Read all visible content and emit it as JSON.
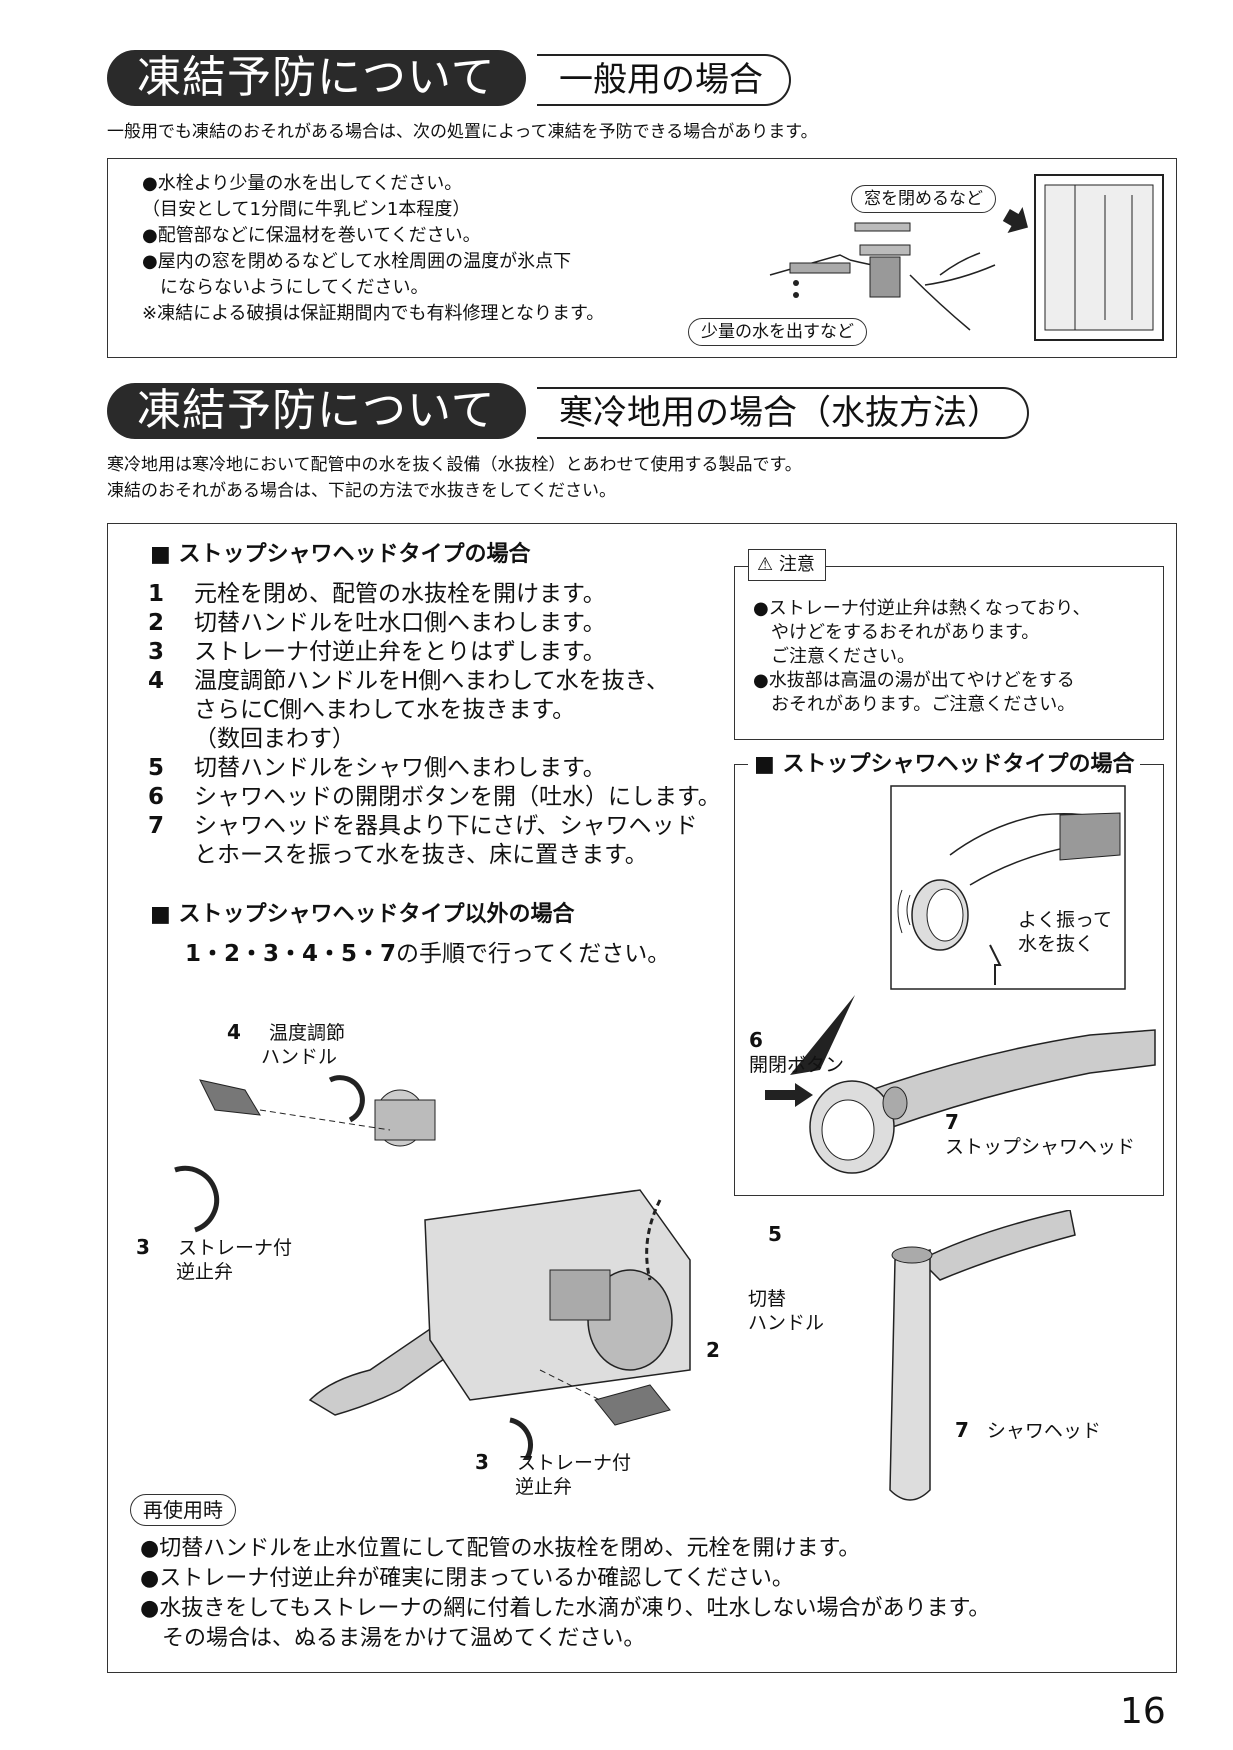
{
  "section1": {
    "title": "凍結予防について",
    "subtitle": "一般用の場合",
    "intro": "一般用でも凍結のおそれがある場合は、次の処置によって凍結を予防できる場合があります。",
    "box_lines": [
      "●水栓より少量の水を出してください。",
      "（目安として1分間に牛乳ビン1本程度）",
      "●配管部などに保温材を巻いてください。",
      "●屋内の窓を閉めるなどして水栓周囲の温度が氷点下",
      "　にならないようにしてください。",
      "※凍結による破損は保証期間内でも有料修理となります。"
    ],
    "tag_window": "窓を閉めるなど",
    "tag_water": "少量の水を出すなど"
  },
  "section2": {
    "title": "凍結予防について",
    "subtitle": "寒冷地用の場合（水抜方法）",
    "intro_lines": [
      "寒冷地用は寒冷地において配管中の水を抜く設備（水抜栓）とあわせて使用する製品です。",
      "凍結のおそれがある場合は、下記の方法で水抜きをしてください。"
    ],
    "heading_stop": "■ ストップシャワヘッドタイプの場合",
    "steps": [
      {
        "n": "1",
        "text": "元栓を閉め、配管の水抜栓を開けます。"
      },
      {
        "n": "2",
        "text": "切替ハンドルを吐水口側へまわします。"
      },
      {
        "n": "3",
        "text": "ストレーナ付逆止弁をとりはずします。"
      },
      {
        "n": "4",
        "text": "温度調節ハンドルをH側へまわして水を抜き、"
      },
      {
        "n": "",
        "text": "さらにC側へまわして水を抜きます。"
      },
      {
        "n": "",
        "text": "（数回まわす）"
      },
      {
        "n": "5",
        "text": "切替ハンドルをシャワ側へまわします。"
      },
      {
        "n": "6",
        "text": "シャワヘッドの開閉ボタンを開（吐水）にします。"
      },
      {
        "n": "7",
        "text": "シャワヘッドを器具より下にさげ、シャワヘッド"
      },
      {
        "n": "",
        "text": "とホースを振って水を抜き、床に置きます。"
      }
    ],
    "heading_other": "■ ストップシャワヘッドタイプ以外の場合",
    "other_steps": "1・2・3・4・5・7",
    "other_suffix": "の手順で行ってください。",
    "caution": {
      "label": "注意",
      "lines": [
        "●ストレーナ付逆止弁は熱くなっており、",
        "　やけどをするおそれがあります。",
        "　ご注意ください。",
        "●水抜部は高温の湯が出てやけどをする",
        "　おそれがあります。ご注意ください。"
      ]
    },
    "right_heading": "■ ストップシャワヘッドタイプの場合",
    "shake_label": [
      "よく振って",
      "水を抜く"
    ],
    "label_6_num": "6",
    "label_6_text": "開閉ボタン",
    "label_7_num": "7",
    "label_7_text": "ストップシャワヘッド",
    "label_4_num": "4",
    "label_4_text": [
      "温度調節",
      "ハンドル"
    ],
    "label_3a_num": "3",
    "label_3a_text": [
      "ストレーナ付",
      "逆止弁"
    ],
    "label_5_num": "5",
    "label_switch": [
      "切替",
      "ハンドル"
    ],
    "label_2_num": "2",
    "label_3b_num": "3",
    "label_3b_text": [
      "ストレーナ付",
      "逆止弁"
    ],
    "label_7b_num": "7",
    "label_7b_text": "シャワヘッド",
    "reuse_tag": "再使用時",
    "reuse_lines": [
      "●切替ハンドルを止水位置にして配管の水抜栓を閉め、元栓を開けます。",
      "●ストレーナ付逆止弁が確実に閉まっているか確認してください。",
      "●水抜きをしてもストレーナの網に付着した水滴が凍り、吐水しない場合があります。",
      "　その場合は、ぬるま湯をかけて温めてください。"
    ]
  },
  "page_number": "16"
}
